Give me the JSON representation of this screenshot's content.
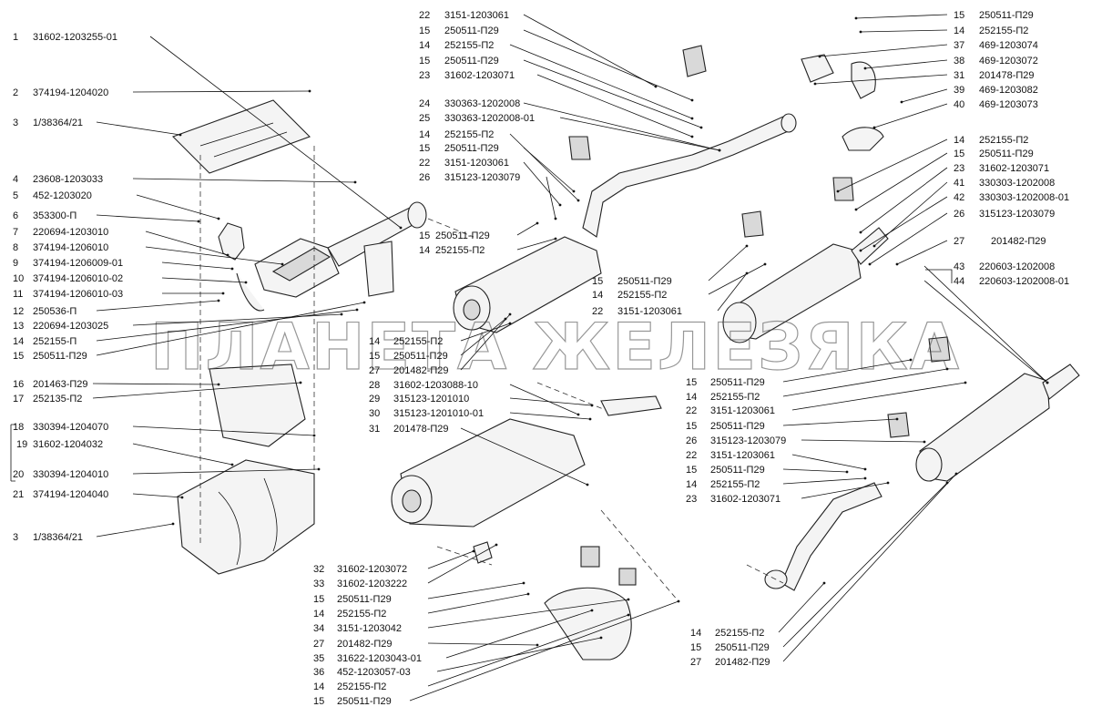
{
  "watermark": "ПЛАНЕТА ЖЕЛЕЗЯКА",
  "labels": [
    {
      "n": "1",
      "c": "31602-1203255-01"
    },
    {
      "n": "2",
      "c": "374194-1204020"
    },
    {
      "n": "3",
      "c": "1/38364/21"
    },
    {
      "n": "4",
      "c": "23608-1203033"
    },
    {
      "n": "5",
      "c": "452-1203020"
    },
    {
      "n": "6",
      "c": "353300-П"
    },
    {
      "n": "7",
      "c": "220694-1203010"
    },
    {
      "n": "8",
      "c": "374194-1206010"
    },
    {
      "n": "9",
      "c": "374194-1206009-01"
    },
    {
      "n": "10",
      "c": "374194-1206010-02"
    },
    {
      "n": "11",
      "c": "374194-1206010-03"
    },
    {
      "n": "12",
      "c": "250536-П"
    },
    {
      "n": "13",
      "c": "220694-1203025"
    },
    {
      "n": "14",
      "c": "252155-П"
    },
    {
      "n": "15",
      "c": "250511-П29"
    },
    {
      "n": "16",
      "c": "201463-П29"
    },
    {
      "n": "17",
      "c": "252135-П2"
    },
    {
      "n": "18",
      "c": "330394-1204070"
    },
    {
      "n": "19",
      "c": "31602-1204032"
    },
    {
      "n": "20",
      "c": "330394-1204010"
    },
    {
      "n": "21",
      "c": "374194-1204040"
    },
    {
      "n": "3",
      "c": "1/38364/21"
    },
    {
      "n": "22",
      "c": "3151-1203061"
    },
    {
      "n": "15",
      "c": "250511-П29"
    },
    {
      "n": "14",
      "c": "252155-П2"
    },
    {
      "n": "15",
      "c": "250511-П29"
    },
    {
      "n": "23",
      "c": "31602-1203071"
    },
    {
      "n": "24",
      "c": "330363-1202008"
    },
    {
      "n": "25",
      "c": "330363-1202008-01"
    },
    {
      "n": "14",
      "c": "252155-П2"
    },
    {
      "n": "15",
      "c": "250511-П29"
    },
    {
      "n": "22",
      "c": "3151-1203061"
    },
    {
      "n": "26",
      "c": "315123-1203079"
    },
    {
      "n": "15",
      "c": "250511-П29"
    },
    {
      "n": "14",
      "c": "252155-П2"
    },
    {
      "n": "15",
      "c": "250511-П29"
    },
    {
      "n": "14",
      "c": "252155-П2"
    },
    {
      "n": "22",
      "c": "3151-1203061"
    },
    {
      "n": "14",
      "c": "252155-П2"
    },
    {
      "n": "15",
      "c": "250511-П29"
    },
    {
      "n": "27",
      "c": "201482-П29"
    },
    {
      "n": "28",
      "c": "31602-1203088-10"
    },
    {
      "n": "29",
      "c": "315123-1201010"
    },
    {
      "n": "30",
      "c": "315123-1201010-01"
    },
    {
      "n": "31",
      "c": "201478-П29"
    },
    {
      "n": "32",
      "c": "31602-1203072"
    },
    {
      "n": "33",
      "c": "31602-1203222"
    },
    {
      "n": "15",
      "c": "250511-П29"
    },
    {
      "n": "14",
      "c": "252155-П2"
    },
    {
      "n": "34",
      "c": "3151-1203042"
    },
    {
      "n": "27",
      "c": "201482-П29"
    },
    {
      "n": "35",
      "c": "31622-1203043-01"
    },
    {
      "n": "36",
      "c": "452-1203057-03"
    },
    {
      "n": "14",
      "c": "252155-П2"
    },
    {
      "n": "15",
      "c": "250511-П29"
    },
    {
      "n": "15",
      "c": "250511-П29"
    },
    {
      "n": "14",
      "c": "252155-П2"
    },
    {
      "n": "37",
      "c": "469-1203074"
    },
    {
      "n": "38",
      "c": "469-1203072"
    },
    {
      "n": "31",
      "c": "201478-П29"
    },
    {
      "n": "39",
      "c": "469-1203082"
    },
    {
      "n": "40",
      "c": "469-1203073"
    },
    {
      "n": "14",
      "c": "252155-П2"
    },
    {
      "n": "15",
      "c": "250511-П29"
    },
    {
      "n": "23",
      "c": "31602-1203071"
    },
    {
      "n": "41",
      "c": "330303-1202008"
    },
    {
      "n": "42",
      "c": "330303-1202008-01"
    },
    {
      "n": "26",
      "c": "315123-1203079"
    },
    {
      "n": "27",
      "c": "201482-П29"
    },
    {
      "n": "43",
      "c": "220603-1202008"
    },
    {
      "n": "44",
      "c": "220603-1202008-01"
    },
    {
      "n": "15",
      "c": "250511-П29"
    },
    {
      "n": "14",
      "c": "252155-П2"
    },
    {
      "n": "22",
      "c": "3151-1203061"
    },
    {
      "n": "15",
      "c": "250511-П29"
    },
    {
      "n": "26",
      "c": "315123-1203079"
    },
    {
      "n": "22",
      "c": "3151-1203061"
    },
    {
      "n": "15",
      "c": "250511-П29"
    },
    {
      "n": "14",
      "c": "252155-П2"
    },
    {
      "n": "23",
      "c": "31602-1203071"
    },
    {
      "n": "14",
      "c": "252155-П2"
    },
    {
      "n": "15",
      "c": "250511-П29"
    },
    {
      "n": "27",
      "c": "201482-П29"
    }
  ]
}
